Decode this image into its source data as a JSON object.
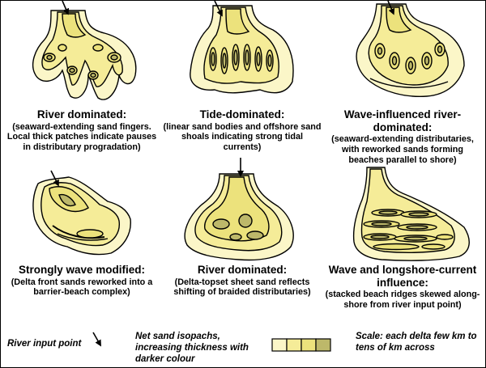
{
  "panels": [
    {
      "title": "River dominated:",
      "desc": "(seaward-extending sand fingers. Local thick patches indicate pauses in distributary progradation)"
    },
    {
      "title": "Tide-dominated:",
      "desc": "(linear sand bodies and offshore sand shoals indicating strong tidal currents)"
    },
    {
      "title": "Wave-influenced river-dominated:",
      "desc": "(seaward-extending distributaries, with reworked sands forming beaches parallel to shore)"
    },
    {
      "title": "Strongly wave modified:",
      "desc": "(Delta front sands reworked into a barrier-beach complex)"
    },
    {
      "title": "River dominated:",
      "desc": "(Delta-topset sheet sand reflects shifting of braided distributaries)"
    },
    {
      "title": "Wave and longshore-current influence:",
      "desc": "(stacked beach ridges skewed along-shore from river input point)"
    }
  ],
  "legend": {
    "river_input": "River input point",
    "isopachs": "Net sand isopachs, increasing thickness with darker colour",
    "scale": "Scale: each delta  few km to tens of km across",
    "swatch_colors": [
      "#fbf6c8",
      "#f5ec98",
      "#ece27c",
      "#bdb86a"
    ]
  },
  "colors": {
    "lightest": "#fbf6c8",
    "light": "#f5ec98",
    "medium": "#ece27c",
    "dark": "#bdb86a",
    "outline": "#000000"
  }
}
